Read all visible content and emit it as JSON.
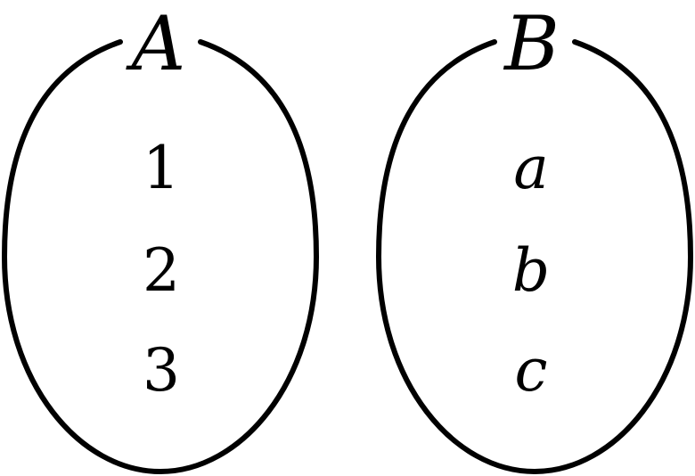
{
  "colors": {
    "ink": "#000000",
    "background": "#ffffff"
  },
  "sets": [
    {
      "label": "A",
      "elements": [
        "1",
        "2",
        "3"
      ],
      "italic_elements": false
    },
    {
      "label": "B",
      "elements": [
        "a",
        "b",
        "c"
      ],
      "italic_elements": true
    }
  ]
}
